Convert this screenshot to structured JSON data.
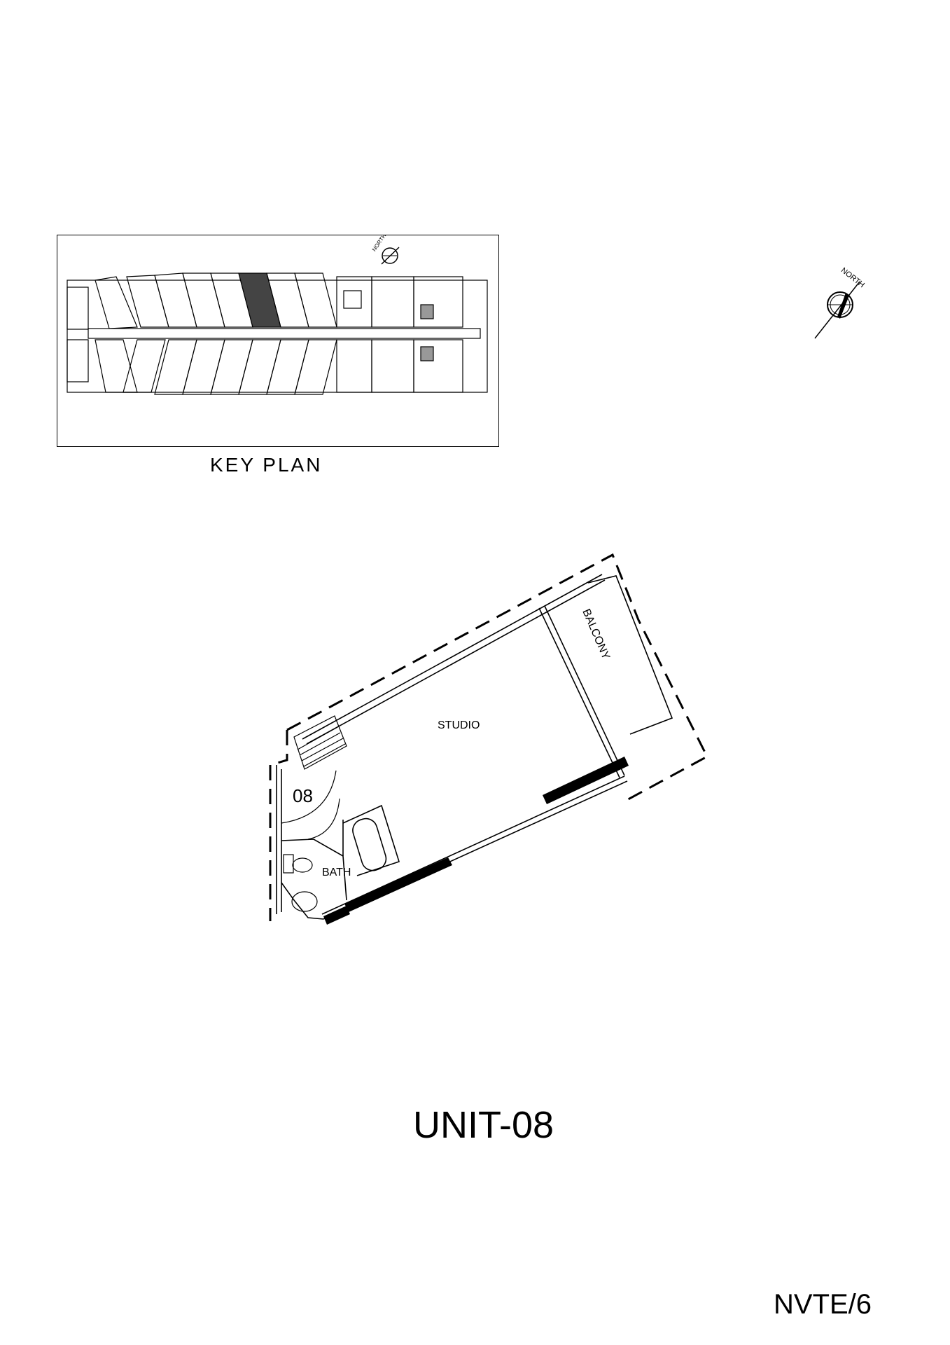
{
  "key_plan": {
    "label": "KEY PLAN",
    "north_label": "NORTH"
  },
  "compass": {
    "north_label": "NORTH"
  },
  "unit_plan": {
    "unit_number": "08",
    "rooms": {
      "studio": "STUDIO",
      "balcony": "BALCONY",
      "bath": "BATH"
    }
  },
  "title": "UNIT-08",
  "sheet_code": "NVTE/6",
  "colors": {
    "line": "#000000",
    "background": "#ffffff"
  }
}
